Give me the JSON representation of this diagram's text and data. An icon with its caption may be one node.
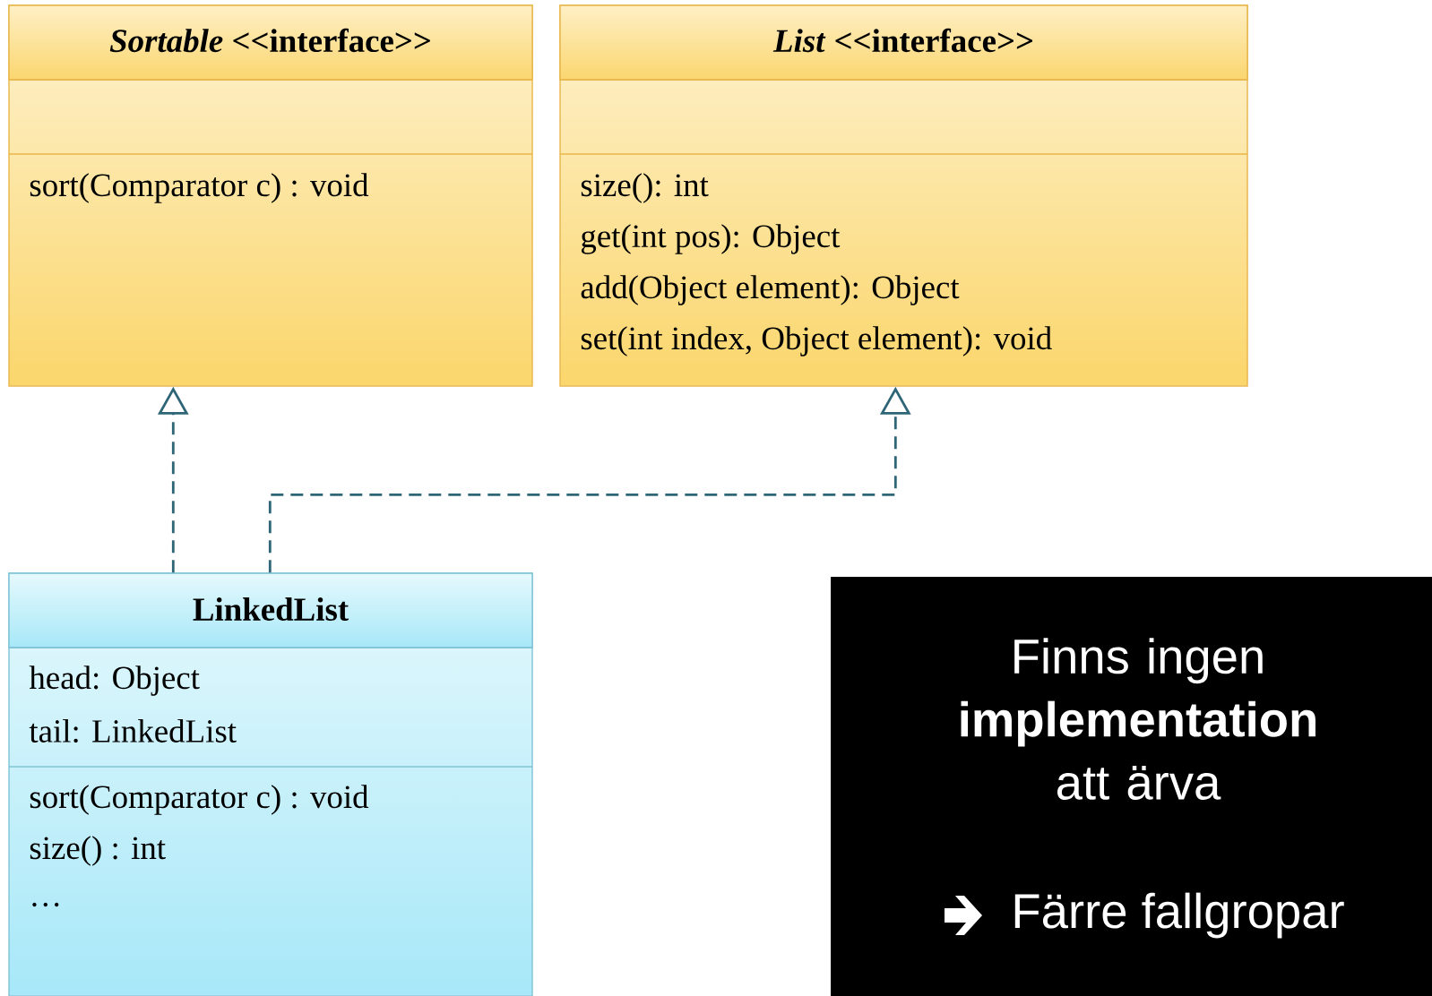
{
  "diagram": {
    "nodes": [
      {
        "text": [
          "*Sortable* <<interface>>",
          "sort(Comparator c) : void"
        ]
      },
      {
        "text": [
          "*List* <<interface>>",
          "size(): int",
          "get(int pos): Object",
          "add(Object element): Object",
          "set(int index, Object element): void"
        ]
      },
      {
        "text": [
          "LinkedList",
          "head: Object",
          "tail: LinkedList",
          "sort(Comparator c) : void",
          "size() : int",
          "…"
        ]
      },
      {
        "text": [
          "Finns ingen **implementation** att ärva",
          "Färre fallgropar"
        ]
      }
    ],
    "edges": [
      {
        "from": 2,
        "to": 0,
        "arrow": "to",
        "style": "dashed"
      },
      {
        "from": 2,
        "to": 1,
        "arrow": "to",
        "style": "dashed"
      }
    ]
  }
}
